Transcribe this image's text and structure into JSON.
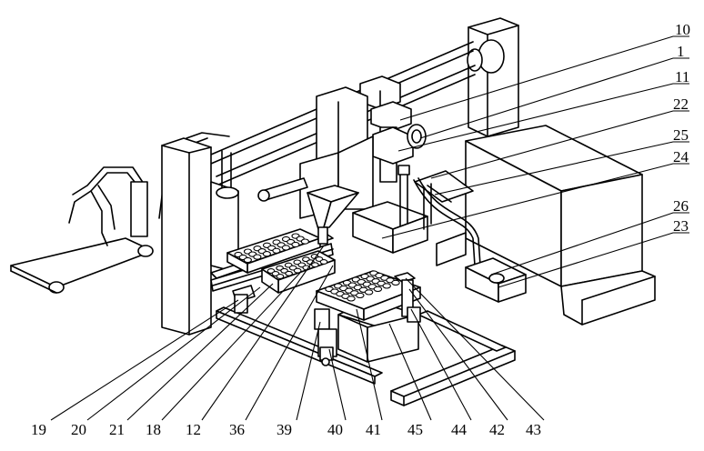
{
  "labels_right": [
    "10",
    "1",
    "11",
    "22",
    "25",
    "24",
    "26",
    "23"
  ],
  "labels_bottom": [
    "19",
    "20",
    "21",
    "18",
    "12",
    "36",
    "39",
    "40",
    "41",
    "45",
    "44",
    "42",
    "43"
  ]
}
